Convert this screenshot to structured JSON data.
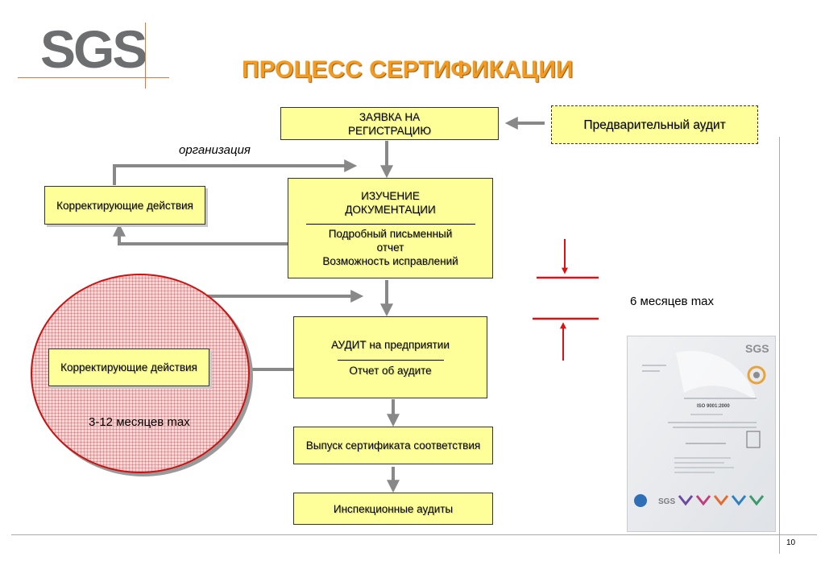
{
  "logo": {
    "text": "SGS"
  },
  "title": "ПРОЦЕСС СЕРТИФИКАЦИИ",
  "boxes": {
    "application": {
      "line1": "ЗАЯВКА НА",
      "line2": "РЕГИСТРАЦИЮ"
    },
    "pre_audit": "Предварительный аудит",
    "doc_review": {
      "line1": "ИЗУЧЕНИЕ",
      "line2": "ДОКУМЕНТАЦИИ",
      "line3": "Подробный письменный",
      "line4": "отчет",
      "line5": "Возможность  исправлений"
    },
    "corrective_1": "Корректирующие действия",
    "audit": {
      "line1": "АУДИТ  на предприятии",
      "line2": "Отчет об аудите"
    },
    "corrective_2": "Корректирующие действия",
    "issue_cert": "Выпуск сертификата соответствия",
    "inspection": "Инспекционные аудиты"
  },
  "labels": {
    "organization": "организация",
    "six_months": "6 месяцев max",
    "three_twelve_months": "3-12 месяцев max"
  },
  "certificate": {
    "brand": "SGS",
    "standard": "ISO 9001:2000",
    "footer_brand": "SGS"
  },
  "page_number": "10",
  "colors": {
    "box_fill": "#ffff99",
    "title": "#f39a1f",
    "arrow": "#888888",
    "red": "#dd1111"
  }
}
